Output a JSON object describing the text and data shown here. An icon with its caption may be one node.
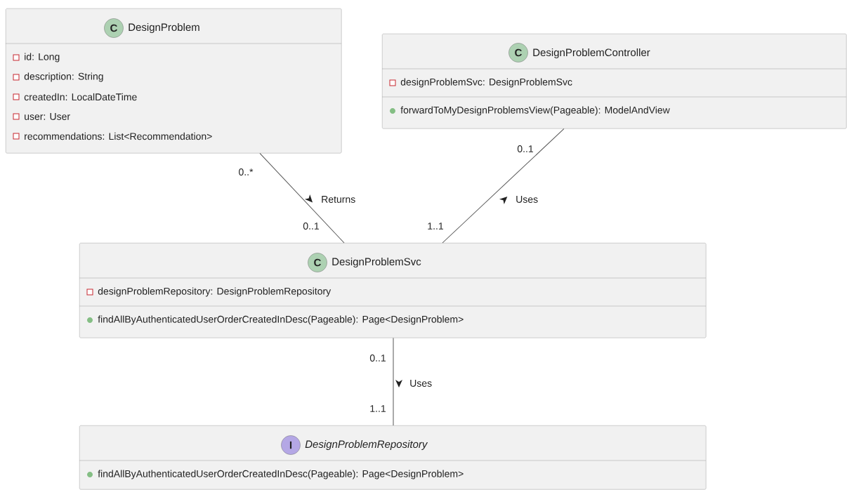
{
  "diagram": {
    "nodes": [
      {
        "text": [
          "DesignProblem",
          "id: Long",
          "description: String",
          "createdIn: LocalDateTime",
          "user: User",
          "recommendations: List<Recommendation>"
        ]
      },
      {
        "text": [
          "C"
        ],
        "in": 0
      },
      {
        "text": [
          "DesignProblemController",
          "designProblemSvc: DesignProblemSvc",
          "forwardToMyDesignProblemsView(Pageable): ModelAndView"
        ]
      },
      {
        "text": [
          "C"
        ],
        "in": 2
      },
      {
        "text": [
          "DesignProblemSvc",
          "designProblemRepository: DesignProblemRepository",
          "findAllByAuthenticatedUserOrderCreatedInDesc(Pageable): Page<DesignProblem>"
        ]
      },
      {
        "text": [
          "C"
        ],
        "in": 4
      },
      {
        "text": [
          "DesignProblemRepository",
          "findAllByAuthenticatedUserOrderCreatedInDesc(Pageable): Page<DesignProblem>"
        ]
      },
      {
        "text": [
          "I"
        ],
        "in": 6
      }
    ],
    "edges": [
      {
        "from": 0,
        "to": 4,
        "arrow": "none",
        "label": "Returns"
      },
      {
        "from": 2,
        "to": 4,
        "arrow": "none",
        "label": "Uses"
      },
      {
        "from": 4,
        "to": 6,
        "arrow": "none",
        "label": "Uses"
      }
    ],
    "labels": [
      "0..1",
      "0..*",
      "0..1",
      "1..1",
      "0..1",
      "1..1"
    ]
  }
}
